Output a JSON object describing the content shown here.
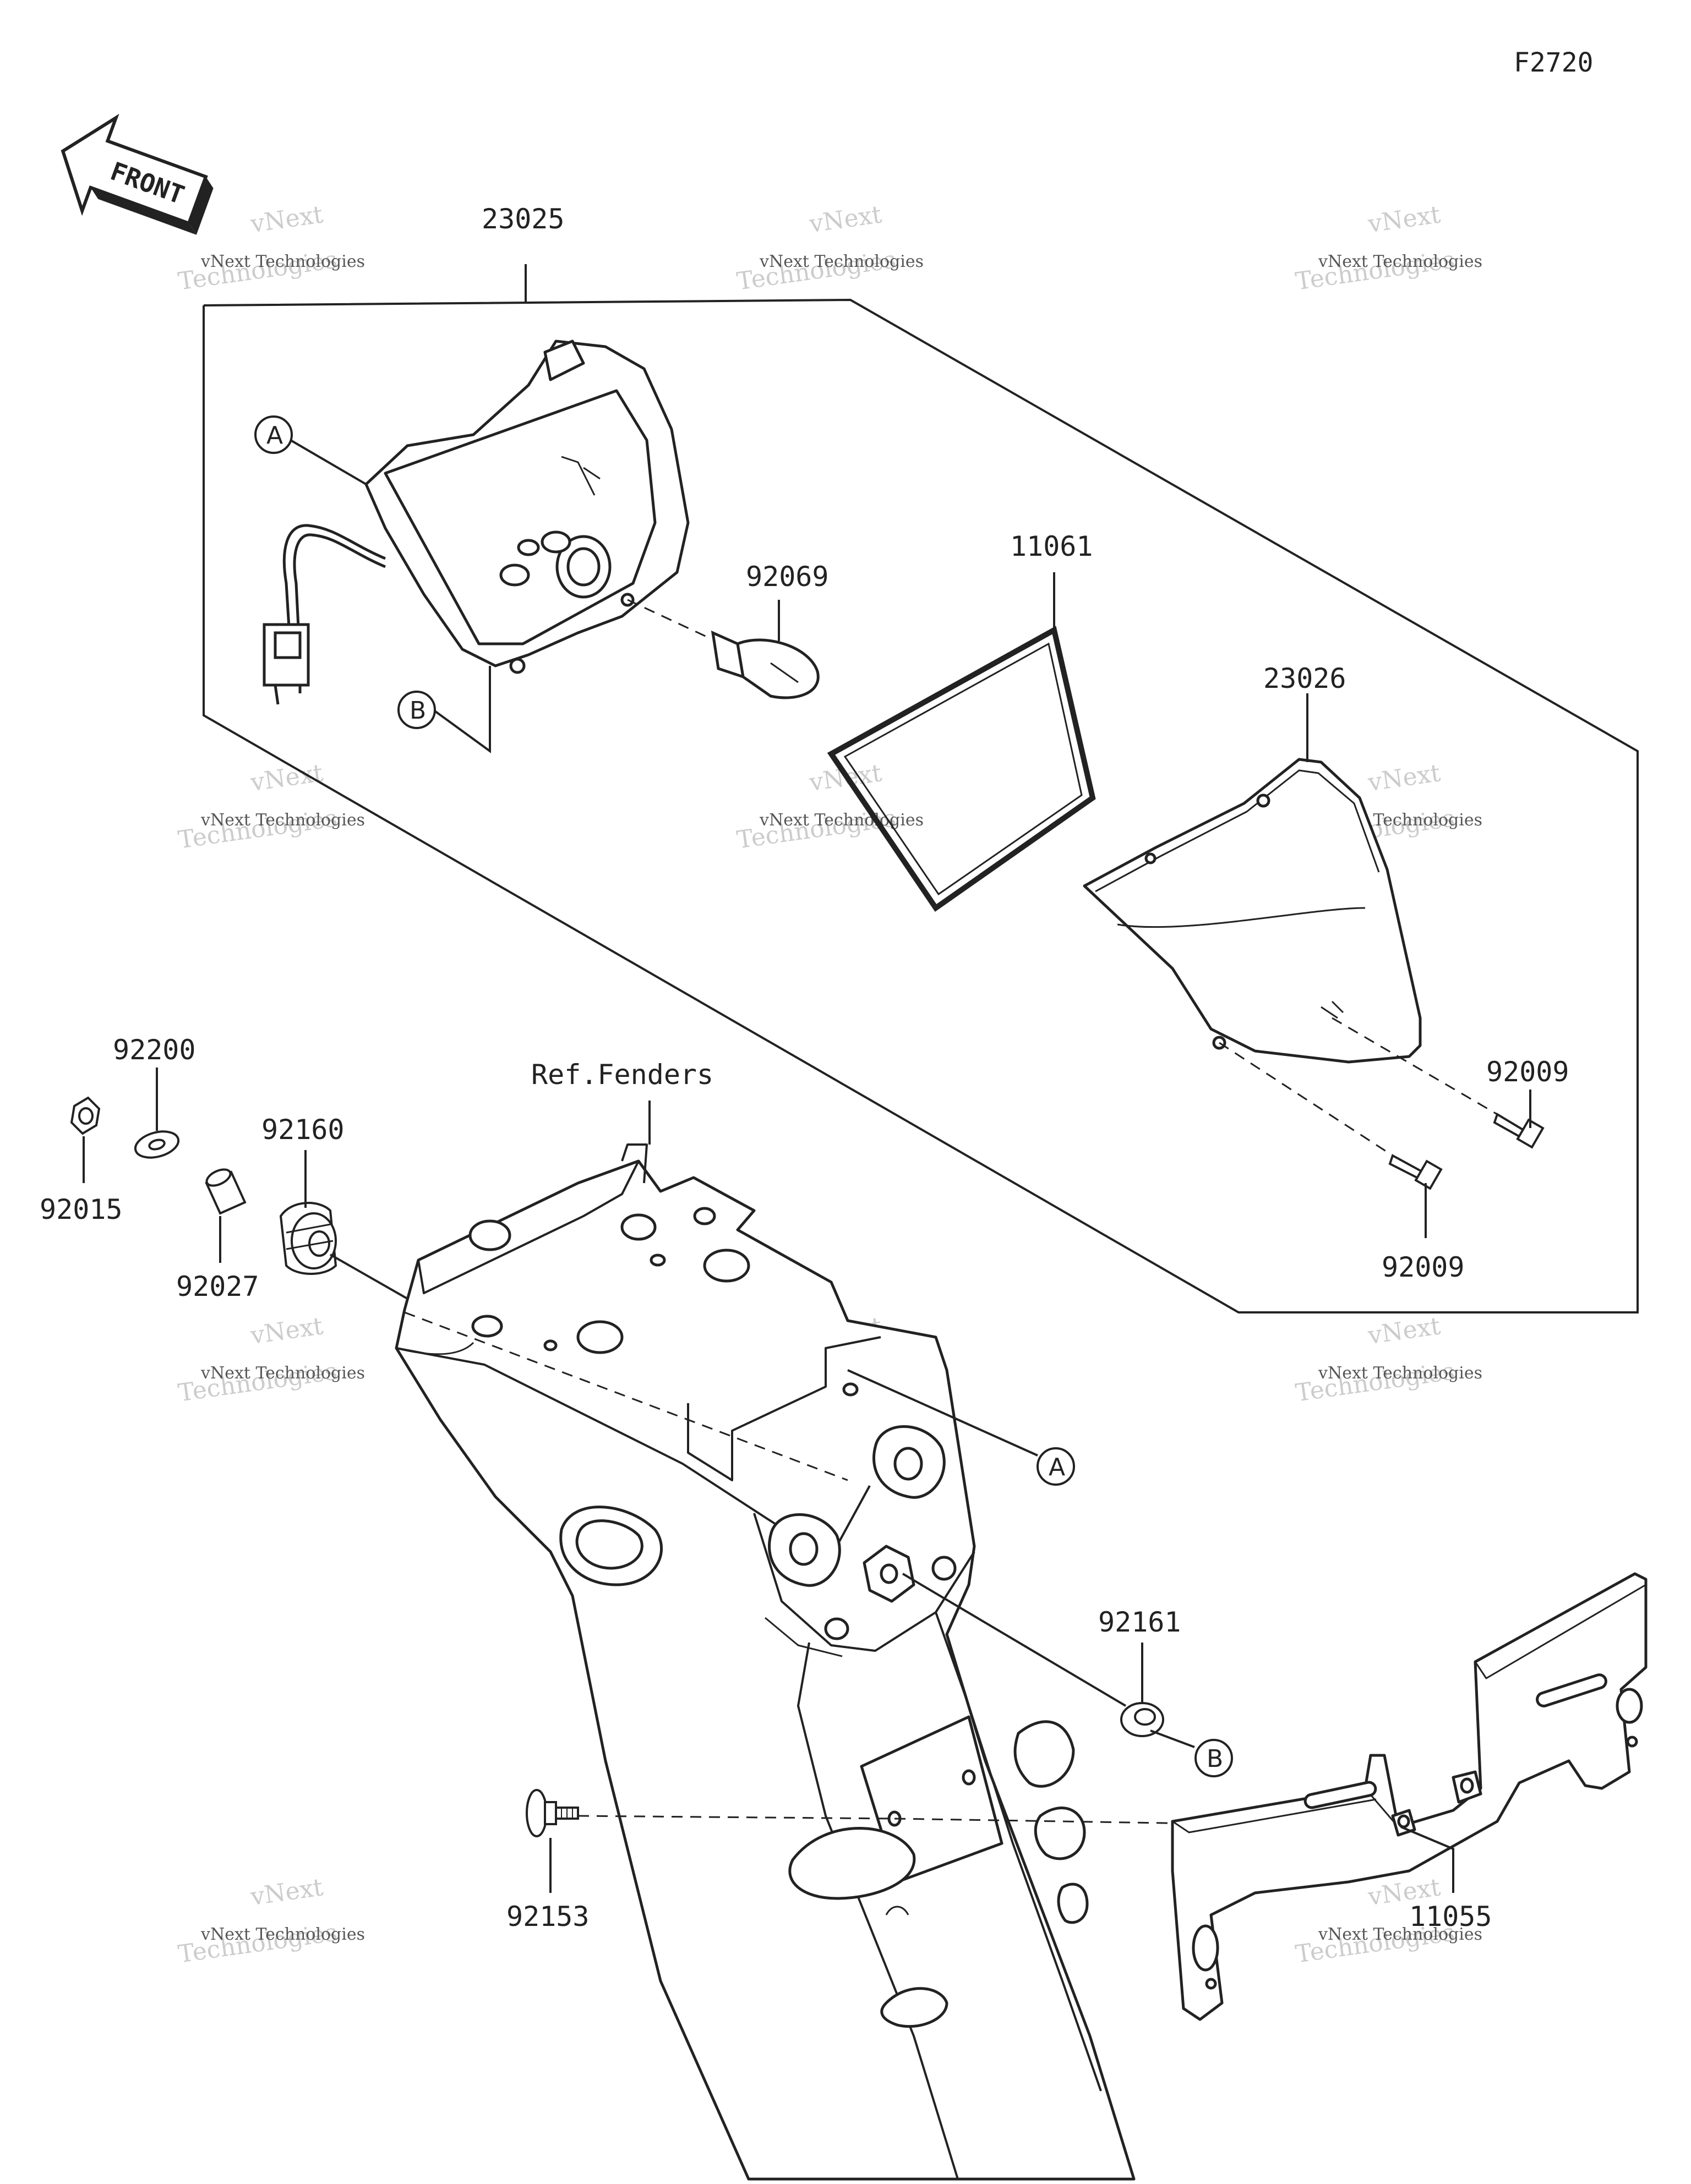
{
  "figure_code": "F2720",
  "front_label": "FRONT",
  "reference_label": "Ref.Fenders",
  "part_numbers": {
    "headlight_assy": "23025",
    "bulb": "92069",
    "gasket": "11061",
    "lens": "23026",
    "screw_upper": "92009",
    "screw_lower": "92009",
    "collar_washer": "92200",
    "nut": "92015",
    "grommet": "92160",
    "collar": "92027",
    "damper": "92161",
    "bolt": "92153",
    "bracket": "11055"
  },
  "callouts": {
    "a_top": "A",
    "b_top": "B",
    "a_bottom": "A",
    "b_bottom": "B"
  },
  "watermark": {
    "line1": "vNext Technologies",
    "line2": "vNext",
    "line3": "Technologies"
  },
  "colors": {
    "line": "#222222",
    "background": "#ffffff"
  }
}
